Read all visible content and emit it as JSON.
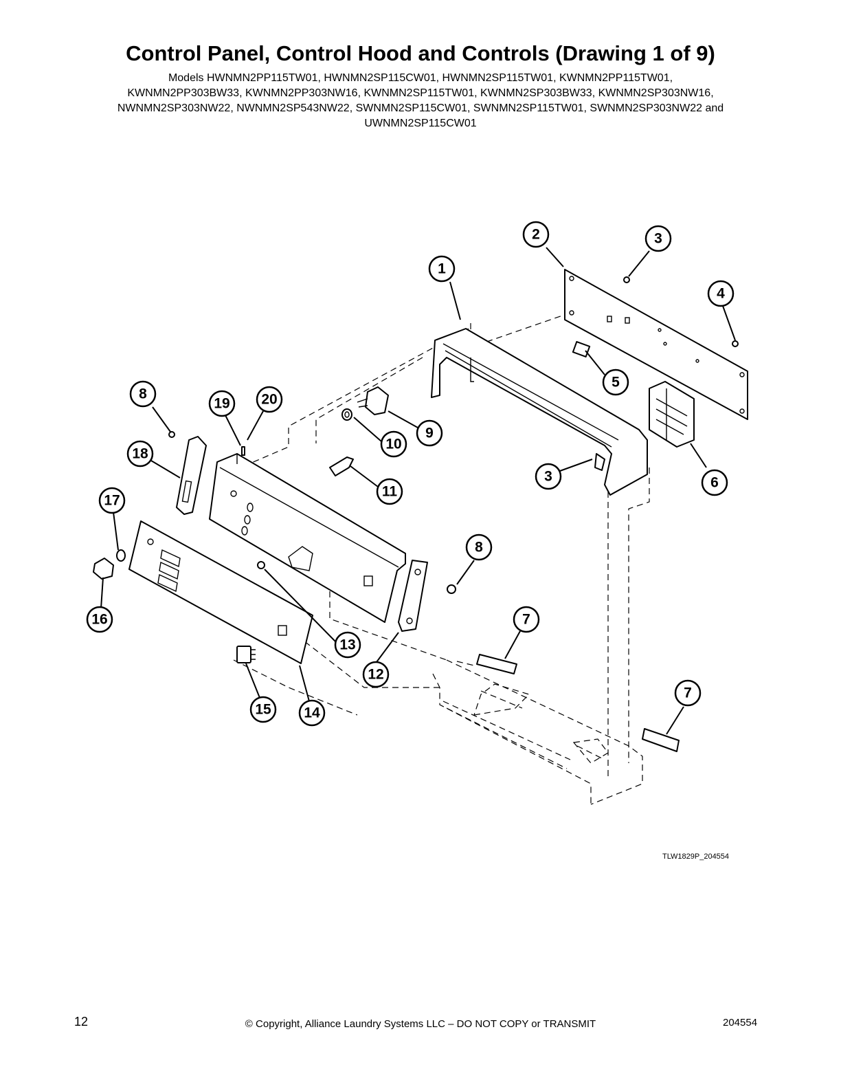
{
  "header": {
    "title": "Control Panel, Control Hood and Controls (Drawing 1 of 9)",
    "models_lines": [
      "Models HWNMN2PP115TW01, HWNMN2SP115CW01, HWNMN2SP115TW01, KWNMN2PP115TW01,",
      "KWNMN2PP303BW33, KWNMN2PP303NW16, KWNMN2SP115TW01, KWNMN2SP303BW33, KWNMN2SP303NW16,",
      "NWNMN2SP303NW22, NWNMN2SP543NW22, SWNMN2SP115CW01, SWNMN2SP115TW01, SWNMN2SP303NW22 and",
      "UWNMN2SP115CW01"
    ]
  },
  "diagram": {
    "callouts": {
      "c1": "1",
      "c2": "2",
      "c3a": "3",
      "c3b": "3",
      "c4": "4",
      "c5": "5",
      "c6": "6",
      "c7a": "7",
      "c7b": "7",
      "c8a": "8",
      "c8b": "8",
      "c9": "9",
      "c10": "10",
      "c11": "11",
      "c12": "12",
      "c13": "13",
      "c14": "14",
      "c15": "15",
      "c16": "16",
      "c17": "17",
      "c18": "18",
      "c19": "19",
      "c20": "20"
    },
    "drawing_code": "TLW1829P_204554"
  },
  "footer": {
    "page_number": "12",
    "copyright": "© Copyright, Alliance Laundry Systems LLC – DO NOT COPY or TRANSMIT",
    "document_number": "204554"
  }
}
